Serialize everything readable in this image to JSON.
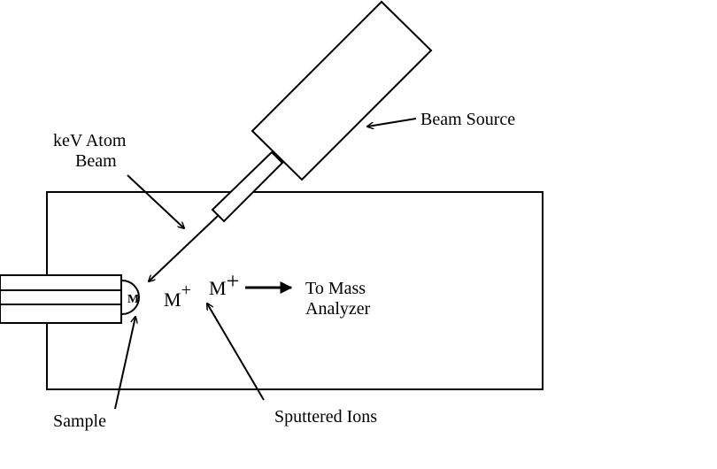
{
  "labels": {
    "beam_line1": "keV Atom",
    "beam_line2": "Beam",
    "beam_source": "Beam Source",
    "sample_symbol": "M",
    "ion1_base": "M",
    "ion1_charge": "+",
    "ion2_base": "M",
    "ion2_charge": "+",
    "analyzer_line1": "To Mass",
    "analyzer_line2": "Analyzer",
    "sample": "Sample",
    "sputtered_ions": "Sputtered Ions"
  }
}
